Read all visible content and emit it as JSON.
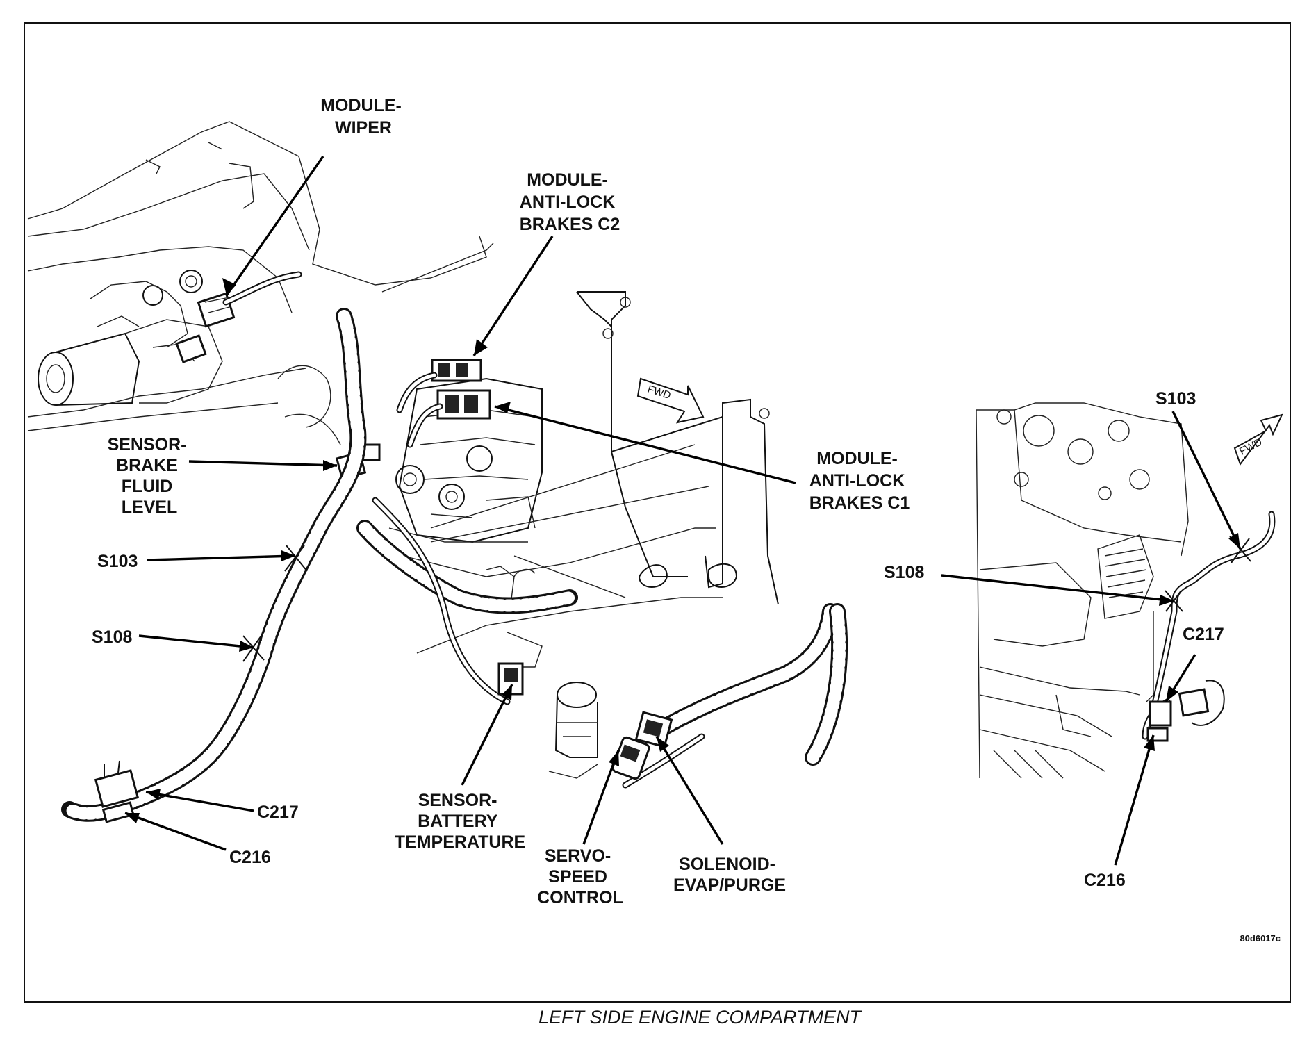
{
  "caption": "LEFT SIDE ENGINE COMPARTMENT",
  "figure_code": "80d6017c",
  "fwd_label": "FWD",
  "labels": {
    "module_wiper": [
      "MODULE-",
      "WIPER"
    ],
    "abs_c2": [
      "MODULE-",
      "ANTI-LOCK",
      "BRAKES C2"
    ],
    "abs_c1": [
      "MODULE-",
      "ANTI-LOCK",
      "BRAKES C1"
    ],
    "brake_fluid": [
      "SENSOR-",
      "BRAKE",
      "FLUID",
      "LEVEL"
    ],
    "s103_left": "S103",
    "s108_left": "S108",
    "c217_left": "C217",
    "c216_left": "C216",
    "battery_temp": [
      "SENSOR-",
      "BATTERY",
      "TEMPERATURE"
    ],
    "servo_speed": [
      "SERVO-",
      "SPEED",
      "CONTROL"
    ],
    "solenoid_evap": [
      "SOLENOID-",
      "EVAP/PURGE"
    ],
    "s103_right": "S103",
    "s108_right": "S108",
    "c217_right": "C217",
    "c216_right": "C216"
  }
}
